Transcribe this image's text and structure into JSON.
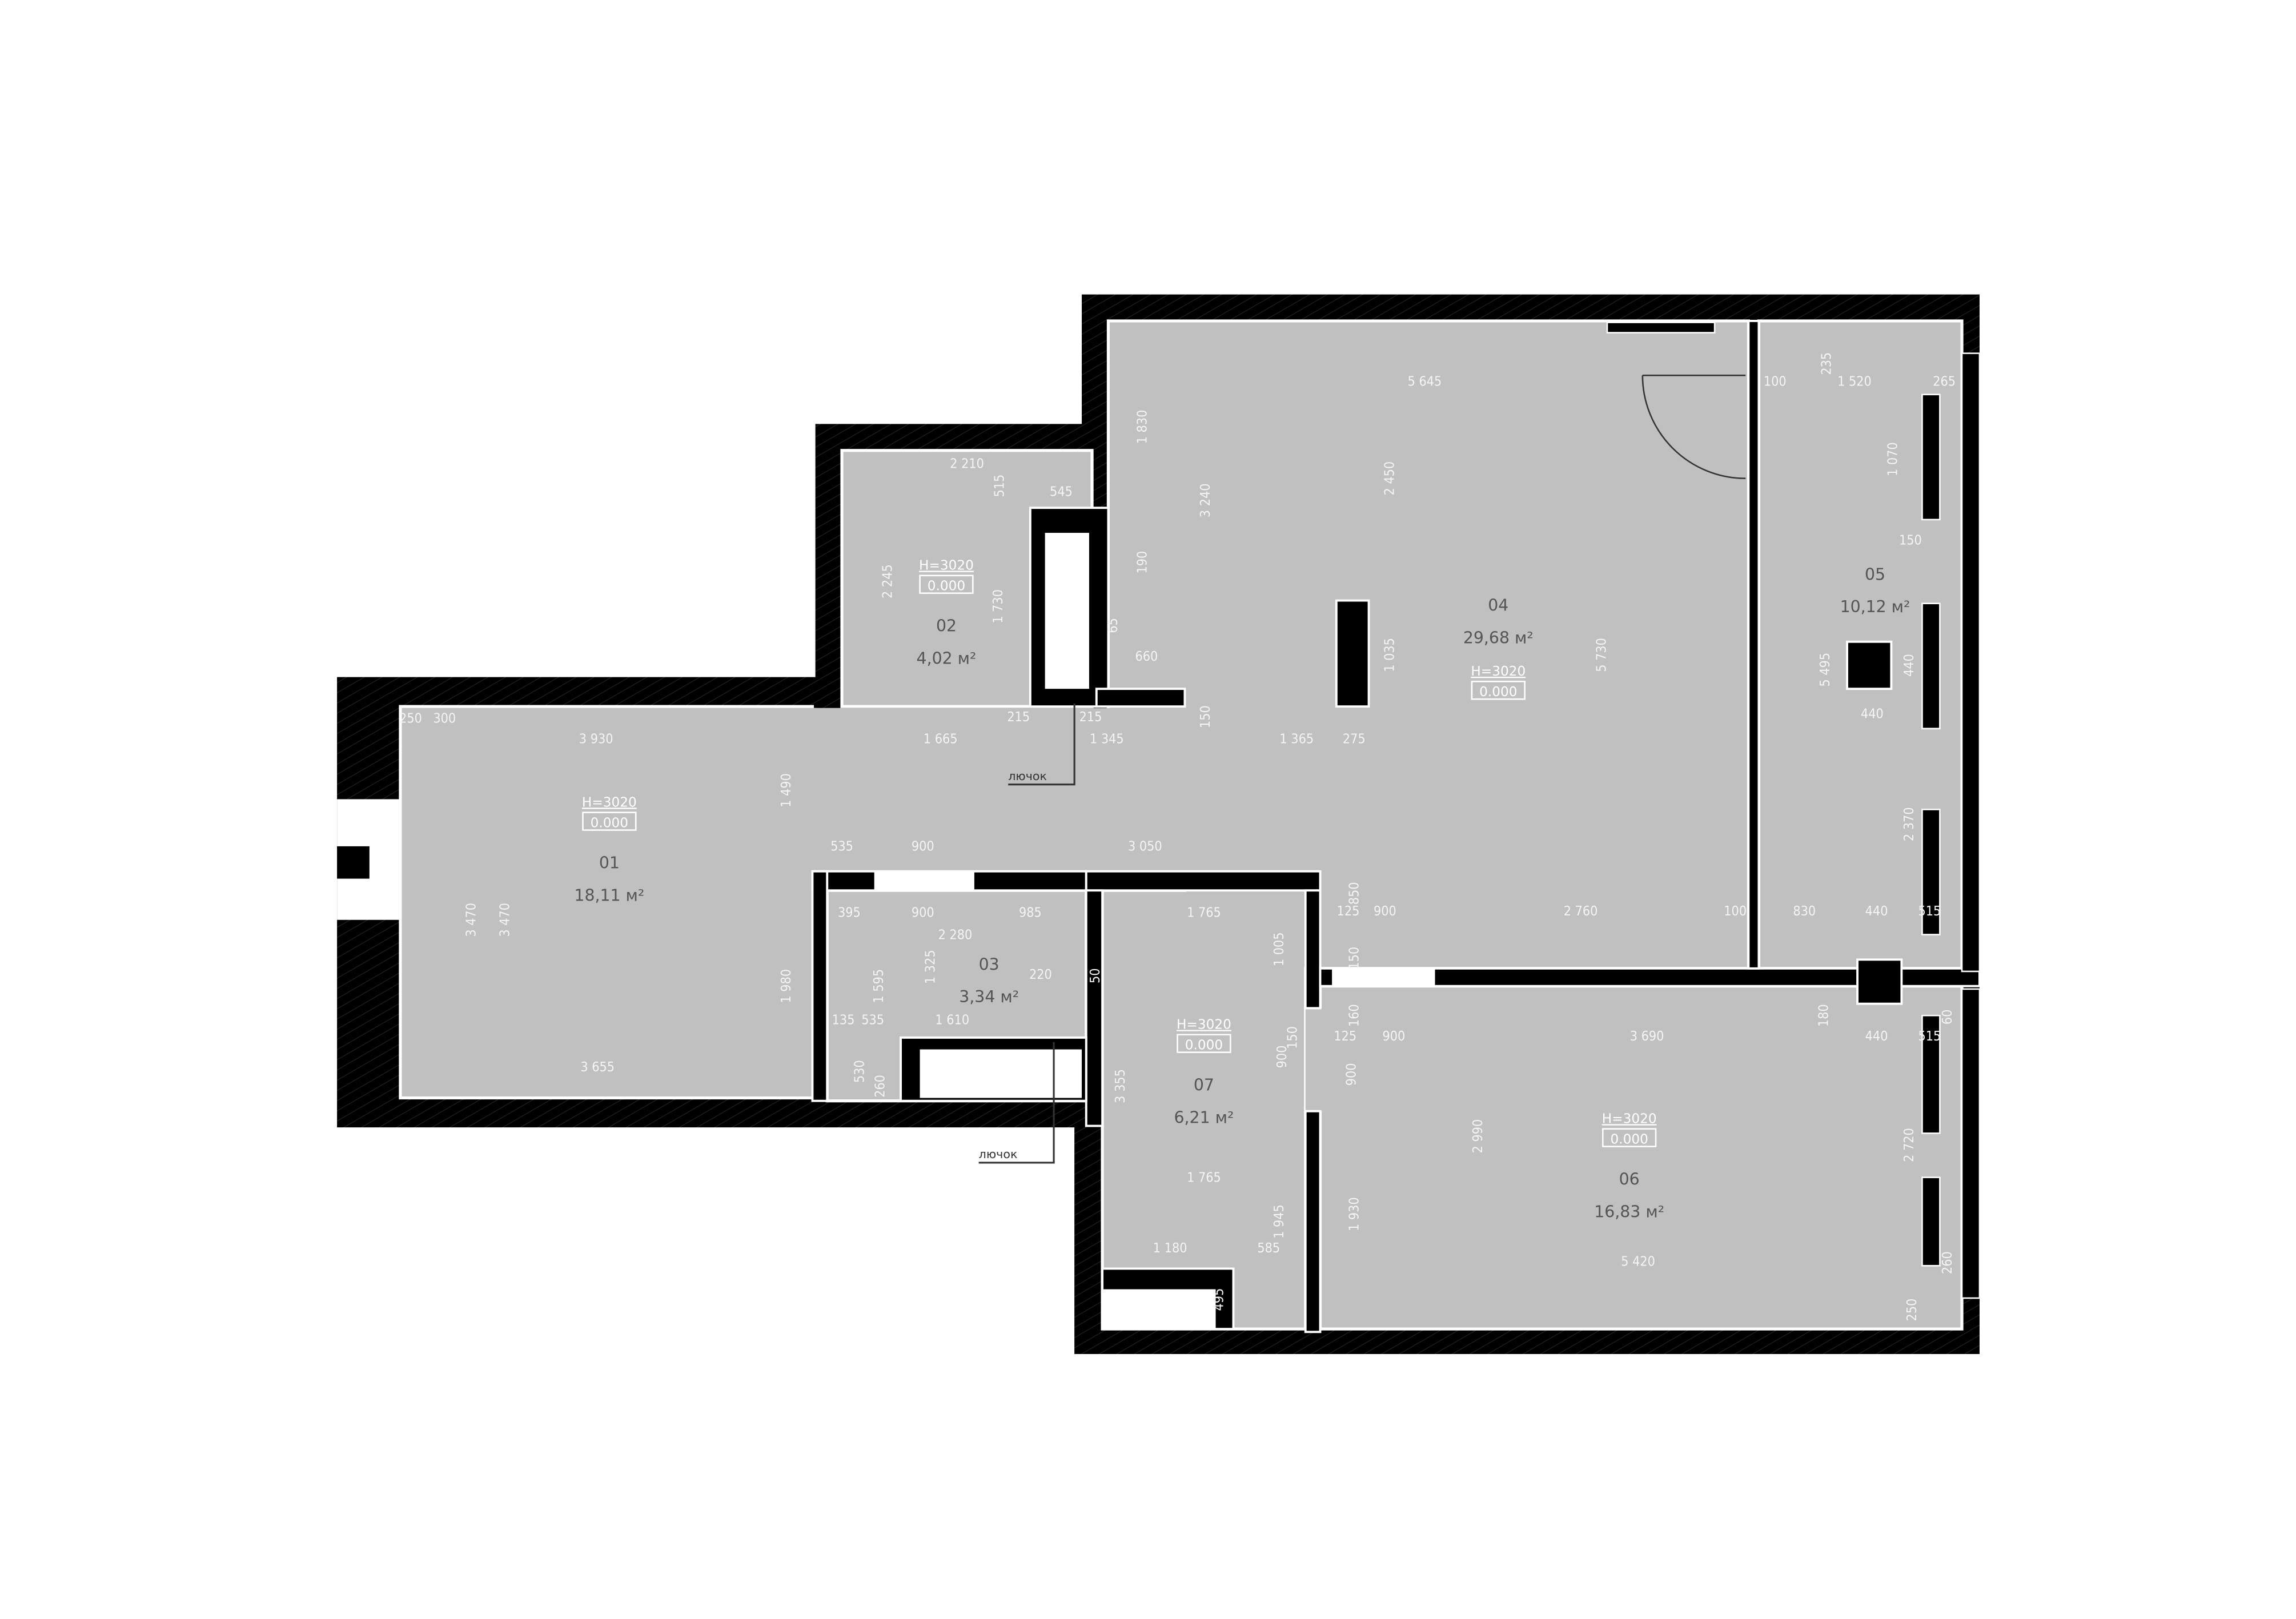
{
  "rooms": [
    {
      "number": "01",
      "area": "18,11 м²",
      "height": "H=3020",
      "level": "0.000"
    },
    {
      "number": "02",
      "area": "4,02 м²",
      "height": "H=3020",
      "level": "0.000"
    },
    {
      "number": "03",
      "area": "3,34 м²"
    },
    {
      "number": "04",
      "area": "29,68 м²",
      "height": "H=3020",
      "level": "0.000"
    },
    {
      "number": "05",
      "area": "10,12 м²"
    },
    {
      "number": "06",
      "area": "16,83 м²",
      "height": "H=3020",
      "level": "0.000"
    },
    {
      "number": "07",
      "area": "6,21 м²",
      "height": "H=3020",
      "level": "0.000"
    }
  ],
  "notes": [
    "лючок",
    "лючок"
  ],
  "dims": [
    "5 645",
    "2 210",
    "545",
    "250",
    "300",
    "3 930",
    "1 665",
    "215",
    "215",
    "1 345",
    "1 365",
    "275",
    "660",
    "535",
    "900",
    "3 050",
    "395",
    "900",
    "985",
    "2 280",
    "220",
    "135",
    "535",
    "1 610",
    "3 655",
    "1 765",
    "1 765",
    "1 180",
    "585",
    "125",
    "900",
    "2 760",
    "100",
    "830",
    "440",
    "515",
    "125",
    "900",
    "3 690",
    "440",
    "515",
    "5 420",
    "100",
    "1 520",
    "265",
    "150",
    "440",
    "1 830",
    "3 240",
    "2 450",
    "190",
    "65",
    "1 035",
    "150",
    "5 730",
    "515",
    "2 245",
    "1 730",
    "1 490",
    "3 470",
    "3 470",
    "1 980",
    "1 595",
    "1 325",
    "530",
    "260",
    "3 355",
    "1 005",
    "850",
    "150",
    "160",
    "150",
    "900",
    "900",
    "1 945",
    "495",
    "2 990",
    "1 930",
    "235",
    "1 070",
    "5 495",
    "440",
    "2 370",
    "180",
    "60",
    "2 720",
    "260",
    "250",
    "50"
  ]
}
